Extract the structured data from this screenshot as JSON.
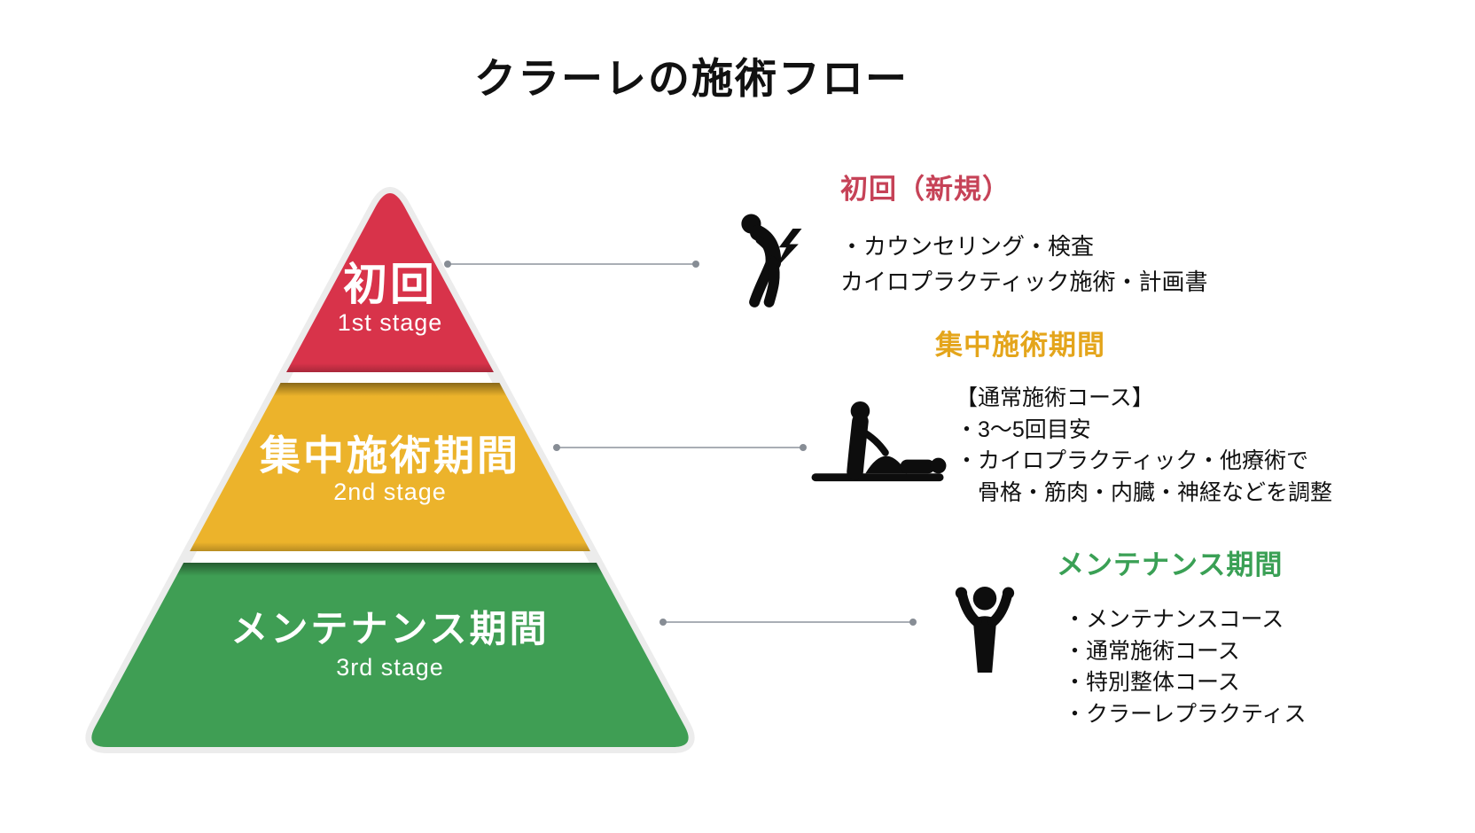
{
  "title": "クラーレの施術フロー",
  "pyramid": {
    "tiers": [
      {
        "label": "初回",
        "stage": "1st stage",
        "color": "#d8334a"
      },
      {
        "label": "集中施術期間",
        "stage": "2nd stage",
        "color": "#ecb32b"
      },
      {
        "label": "メンテナンス期間",
        "stage": "3rd stage",
        "color": "#3f9e54"
      }
    ]
  },
  "sections": [
    {
      "heading": "初回（新規）",
      "heading_color": "#c64257",
      "icon": "back-pain-icon",
      "lines": [
        "・カウンセリング・検査",
        "カイロプラクティック施術・計画書"
      ]
    },
    {
      "heading": "集中施術期間",
      "heading_color": "#e4a51b",
      "icon": "massage-icon",
      "lines": [
        "【通常施術コース】",
        "・3〜5回目安",
        "・カイロプラクティック・他療術で",
        "骨格・筋肉・内臓・神経などを調整"
      ]
    },
    {
      "heading": "メンテナンス期間",
      "heading_color": "#3aa055",
      "icon": "raised-arms-icon",
      "lines": [
        "・メンテナンスコース",
        "・通常施術コース",
        "・特別整体コース",
        "・クラーレプラクティス"
      ]
    }
  ]
}
